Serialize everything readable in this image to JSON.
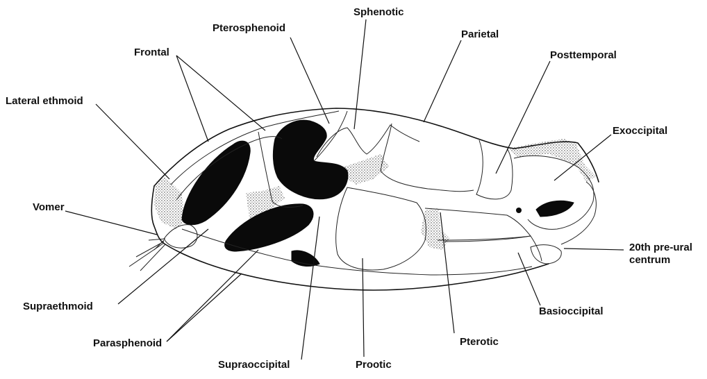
{
  "labels": {
    "sphenotic": "Sphenotic",
    "pterosphenoid": "Pterosphenoid",
    "parietal": "Parietal",
    "frontal": "Frontal",
    "posttemporal": "Posttemporal",
    "lateral_ethmoid": "Lateral ethmoid",
    "exoccipital": "Exoccipital",
    "vomer": "Vomer",
    "preural_line1": "20th pre-ural",
    "preural_line2": "centrum",
    "supraethmoid": "Supraethmoid",
    "basioccipital": "Basioccipital",
    "parasphenoid": "Parasphenoid",
    "pterotic": "Pterotic",
    "supraoccipital": "Supraoccipital",
    "prootic": "Prootic"
  }
}
